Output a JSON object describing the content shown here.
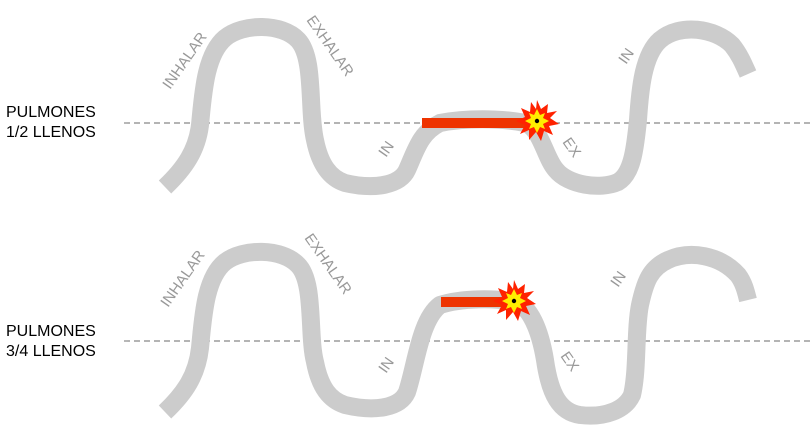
{
  "panels": [
    {
      "label_line1": "PULMONES",
      "label_line2": "1/2 LLENOS",
      "phases": {
        "inhalar": "INHALAR",
        "exhalar": "EXHALAR",
        "in": "IN",
        "ex": "EX",
        "in2": "IN"
      }
    },
    {
      "label_line1": "PULMONES",
      "label_line2": "3/4 LLENOS",
      "phases": {
        "inhalar": "INHALAR",
        "exhalar": "EXHALAR",
        "in": "IN",
        "ex": "EX",
        "in2": "IN"
      }
    }
  ],
  "colors": {
    "wave": "#cccccc",
    "hold_bar": "#ee3300",
    "burst_outer": "#ff2200",
    "burst_inner": "#ffee00",
    "reference_line": "#888888",
    "phase_text": "#999999"
  },
  "icons": {
    "burst": "explosion-burst-icon"
  }
}
